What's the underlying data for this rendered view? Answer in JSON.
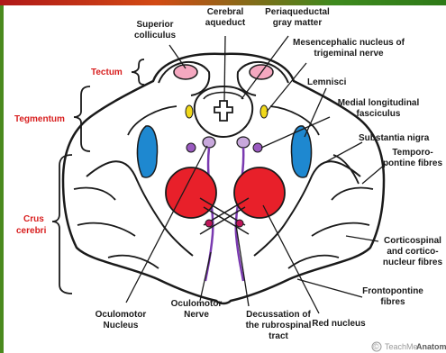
{
  "regions": {
    "tectum": "Tectum",
    "tegmentum": "Tegmentum",
    "crus_line1": "Crus",
    "crus_line2": "cerebri"
  },
  "labels": {
    "superior_colliculus": [
      "Superior",
      "colliculus"
    ],
    "cerebral_aqueduct": [
      "Cerebral",
      "aqueduct"
    ],
    "periaqueductal_gray": [
      "Periaqueductal",
      "gray matter"
    ],
    "mesencephalic_nucleus": [
      "Mesencephalic nucleus of",
      "trigeminal nerve"
    ],
    "lemnisci": [
      "Lemnisci"
    ],
    "medial_longitudinal": [
      "Medial longitudinal",
      "fasciculus"
    ],
    "substantia_nigra": [
      "Substantia nigra"
    ],
    "temporopontine": [
      "Temporo-",
      "pontine fibres"
    ],
    "corticospinal": [
      "Corticospinal",
      "and cortico-",
      "nucleur fibres"
    ],
    "frontopontine": [
      "Frontopontine",
      "fibres"
    ],
    "red_nucleus": [
      "Red nucleus"
    ],
    "decussation": [
      "Decussation of",
      "the rubrospinal",
      "tract"
    ],
    "oculomotor_nerve": [
      "Oculomotor",
      "Nerve"
    ],
    "oculomotor_nucleus": [
      "Oculomotor",
      "Nucleus"
    ]
  },
  "watermark": {
    "prefix": "TeachMe",
    "suffix": "Anatomy",
    "symbol": "©"
  },
  "colors": {
    "red_nucleus": "#e8202a",
    "substantia_nigra": "#1e88d0",
    "colliculus": "#f5a8c0",
    "mesencephalic": "#f0d81a",
    "oculomotor": "#c8a8dc",
    "nerve": "#7a3ab0",
    "region_label": "#d81e1e"
  }
}
